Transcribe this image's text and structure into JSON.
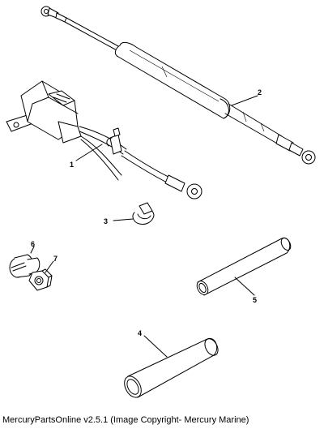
{
  "callouts": {
    "c1": "1",
    "c2": "2",
    "c3": "3",
    "c4": "4",
    "c5": "5",
    "c6": "6",
    "c7": "7"
  },
  "footer": {
    "text": "MercuryPartsOnline v2.5.1 (Image Copyright- Mercury Marine)"
  }
}
